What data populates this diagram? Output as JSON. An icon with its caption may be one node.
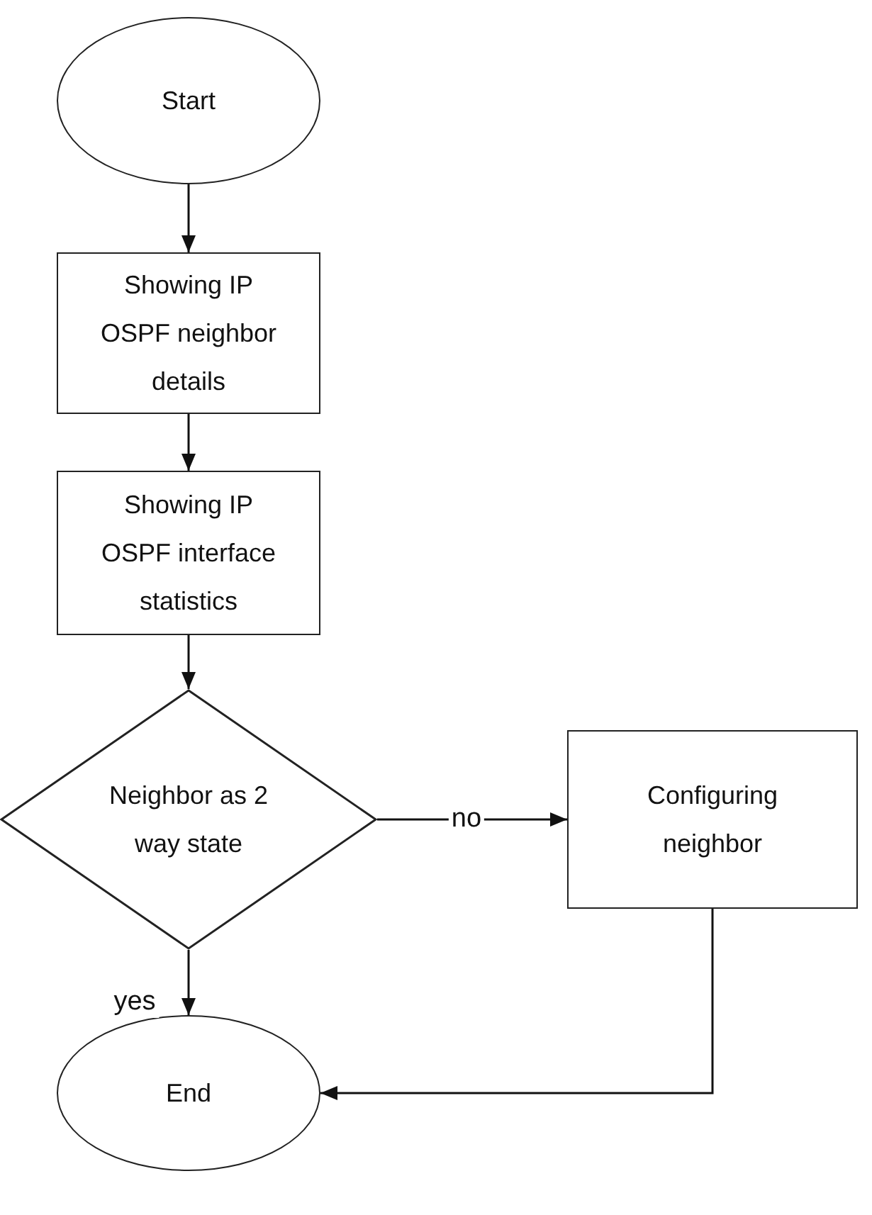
{
  "diagram": {
    "nodes": [
      {
        "text": [
          "Start"
        ]
      },
      {
        "text": [
          "Showing IP OSPF neighbor details"
        ]
      },
      {
        "text": [
          "Showing IP OSPF interface statistics"
        ]
      },
      {
        "text": [
          "Neighbor as 2 way state"
        ]
      },
      {
        "text": [
          "Configuring neighbor"
        ]
      },
      {
        "text": [
          "End"
        ]
      }
    ],
    "edges": [
      {
        "from": 0,
        "to": 1,
        "arrow": "to"
      },
      {
        "from": 1,
        "to": 2,
        "arrow": "to"
      },
      {
        "from": 2,
        "to": 3,
        "arrow": "to"
      },
      {
        "from": 3,
        "to": 4,
        "arrow": "to",
        "label": "no"
      },
      {
        "from": 3,
        "to": 5,
        "arrow": "to",
        "label": "yes"
      },
      {
        "from": 4,
        "to": 5,
        "arrow": "to"
      }
    ]
  }
}
